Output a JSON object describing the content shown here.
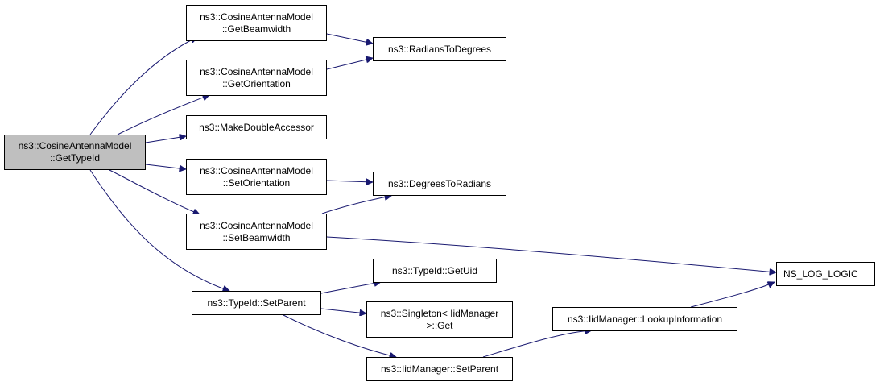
{
  "nodes": {
    "get_type_id": {
      "line1": "ns3::CosineAntennaModel",
      "line2": "::GetTypeId"
    },
    "get_beamwidth": {
      "line1": "ns3::CosineAntennaModel",
      "line2": "::GetBeamwidth"
    },
    "get_orientation": {
      "line1": "ns3::CosineAntennaModel",
      "line2": "::GetOrientation"
    },
    "make_double_accessor": {
      "line1": "ns3::MakeDoubleAccessor"
    },
    "set_orientation": {
      "line1": "ns3::CosineAntennaModel",
      "line2": "::SetOrientation"
    },
    "set_beamwidth": {
      "line1": "ns3::CosineAntennaModel",
      "line2": "::SetBeamwidth"
    },
    "typeid_set_parent": {
      "line1": "ns3::TypeId::SetParent"
    },
    "radians_to_degrees": {
      "line1": "ns3::RadiansToDegrees"
    },
    "degrees_to_radians": {
      "line1": "ns3::DegreesToRadians"
    },
    "typeid_get_uid": {
      "line1": "ns3::TypeId::GetUid"
    },
    "singleton_get": {
      "line1": "ns3::Singleton< IidManager",
      "line2": ">::Get"
    },
    "iidmanager_set_parent": {
      "line1": "ns3::IidManager::SetParent"
    },
    "iidmanager_lookup": {
      "line1": "ns3::IidManager::LookupInformation"
    },
    "ns_log_logic": {
      "line1": "NS_LOG_LOGIC"
    }
  },
  "colors": {
    "edge": "#191970",
    "root_fill": "#bfbfbf",
    "node_border": "#000000"
  },
  "edges": [
    [
      "get_type_id",
      "get_beamwidth"
    ],
    [
      "get_type_id",
      "get_orientation"
    ],
    [
      "get_type_id",
      "make_double_accessor"
    ],
    [
      "get_type_id",
      "set_orientation"
    ],
    [
      "get_type_id",
      "set_beamwidth"
    ],
    [
      "get_type_id",
      "typeid_set_parent"
    ],
    [
      "get_beamwidth",
      "radians_to_degrees"
    ],
    [
      "get_orientation",
      "radians_to_degrees"
    ],
    [
      "set_orientation",
      "degrees_to_radians"
    ],
    [
      "set_beamwidth",
      "degrees_to_radians"
    ],
    [
      "set_beamwidth",
      "ns_log_logic"
    ],
    [
      "typeid_set_parent",
      "typeid_get_uid"
    ],
    [
      "typeid_set_parent",
      "singleton_get"
    ],
    [
      "typeid_set_parent",
      "iidmanager_set_parent"
    ],
    [
      "iidmanager_set_parent",
      "iidmanager_lookup"
    ],
    [
      "iidmanager_lookup",
      "ns_log_logic"
    ]
  ]
}
